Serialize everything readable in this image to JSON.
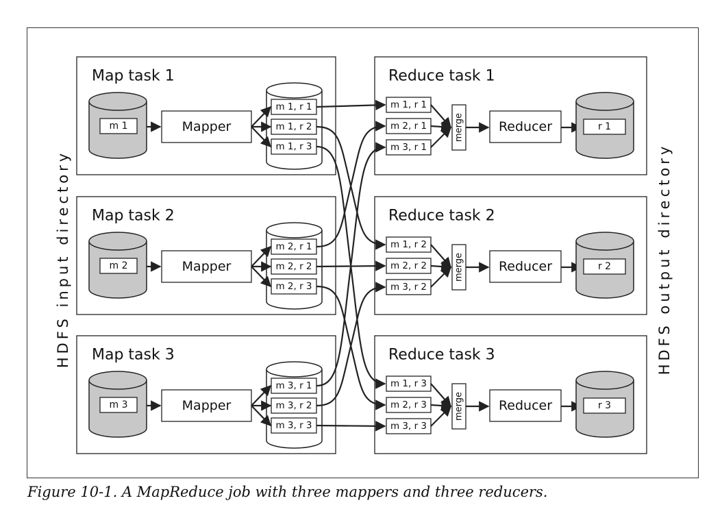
{
  "side_labels": {
    "input": "HDFS input directory",
    "output": "HDFS output directory"
  },
  "map_tasks": [
    {
      "title": "Map task 1",
      "input": "m 1",
      "mapper": "Mapper",
      "partitions": [
        "m 1, r 1",
        "m 1, r 2",
        "m 1, r 3"
      ]
    },
    {
      "title": "Map task 2",
      "input": "m 2",
      "mapper": "Mapper",
      "partitions": [
        "m 2, r 1",
        "m 2, r 2",
        "m 2, r 3"
      ]
    },
    {
      "title": "Map task 3",
      "input": "m 3",
      "mapper": "Mapper",
      "partitions": [
        "m 3, r 1",
        "m 3, r 2",
        "m 3, r 3"
      ]
    }
  ],
  "reduce_tasks": [
    {
      "title": "Reduce task 1",
      "merge": "merge",
      "reducer": "Reducer",
      "output": "r 1",
      "inputs": [
        "m 1, r 1",
        "m 2, r 1",
        "m 3, r 1"
      ]
    },
    {
      "title": "Reduce task 2",
      "merge": "merge",
      "reducer": "Reducer",
      "output": "r 2",
      "inputs": [
        "m 1, r 2",
        "m 2, r 2",
        "m 3, r 2"
      ]
    },
    {
      "title": "Reduce task 3",
      "merge": "merge",
      "reducer": "Reducer",
      "output": "r 3",
      "inputs": [
        "m 1, r 3",
        "m 2, r 3",
        "m 3, r 3"
      ]
    }
  ],
  "caption": "Figure 10-1. A MapReduce job with three mappers and three reducers.",
  "colors": {
    "stroke": "#222222",
    "db_fill": "#c8c8c8",
    "bg": "#ffffff"
  }
}
